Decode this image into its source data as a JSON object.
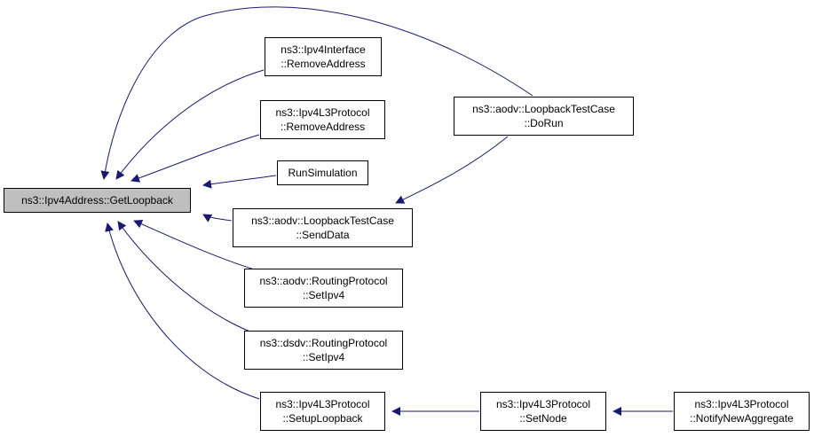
{
  "graph": {
    "edge_color": "#191970",
    "focus_fill": "#bfbfbf",
    "nodes": [
      {
        "id": "getloopback",
        "focus": true,
        "lines": [
          "ns3::Ipv4Address::GetLoopback"
        ]
      },
      {
        "id": "ipv4interface-removeaddress",
        "lines": [
          "ns3::Ipv4Interface",
          "::RemoveAddress"
        ]
      },
      {
        "id": "ipv4l3protocol-removeaddress",
        "lines": [
          "ns3::Ipv4L3Protocol",
          "::RemoveAddress"
        ]
      },
      {
        "id": "runsimulation",
        "lines": [
          "RunSimulation"
        ]
      },
      {
        "id": "loopbacktestcase-senddata",
        "lines": [
          "ns3::aodv::LoopbackTestCase",
          "::SendData"
        ]
      },
      {
        "id": "aodv-routingprotocol-setipv4",
        "lines": [
          "ns3::aodv::RoutingProtocol",
          "::SetIpv4"
        ]
      },
      {
        "id": "dsdv-routingprotocol-setipv4",
        "lines": [
          "ns3::dsdv::RoutingProtocol",
          "::SetIpv4"
        ]
      },
      {
        "id": "ipv4l3protocol-setuploopback",
        "lines": [
          "ns3::Ipv4L3Protocol",
          "::SetupLoopback"
        ]
      },
      {
        "id": "loopbacktestcase-dorun",
        "lines": [
          "ns3::aodv::LoopbackTestCase",
          "::DoRun"
        ]
      },
      {
        "id": "ipv4l3protocol-setnode",
        "lines": [
          "ns3::Ipv4L3Protocol",
          "::SetNode"
        ]
      },
      {
        "id": "ipv4l3protocol-notifynewaggregate",
        "lines": [
          "ns3::Ipv4L3Protocol",
          "::NotifyNewAggregate"
        ]
      }
    ],
    "edges": [
      {
        "from": "ipv4interface-removeaddress",
        "to": "getloopback"
      },
      {
        "from": "ipv4l3protocol-removeaddress",
        "to": "getloopback"
      },
      {
        "from": "runsimulation",
        "to": "getloopback"
      },
      {
        "from": "loopbacktestcase-senddata",
        "to": "getloopback"
      },
      {
        "from": "aodv-routingprotocol-setipv4",
        "to": "getloopback"
      },
      {
        "from": "dsdv-routingprotocol-setipv4",
        "to": "getloopback"
      },
      {
        "from": "ipv4l3protocol-setuploopback",
        "to": "getloopback"
      },
      {
        "from": "loopbacktestcase-dorun",
        "to": "getloopback"
      },
      {
        "from": "loopbacktestcase-dorun",
        "to": "loopbacktestcase-senddata"
      },
      {
        "from": "ipv4l3protocol-setnode",
        "to": "ipv4l3protocol-setuploopback"
      },
      {
        "from": "ipv4l3protocol-notifynewaggregate",
        "to": "ipv4l3protocol-setnode"
      }
    ]
  }
}
